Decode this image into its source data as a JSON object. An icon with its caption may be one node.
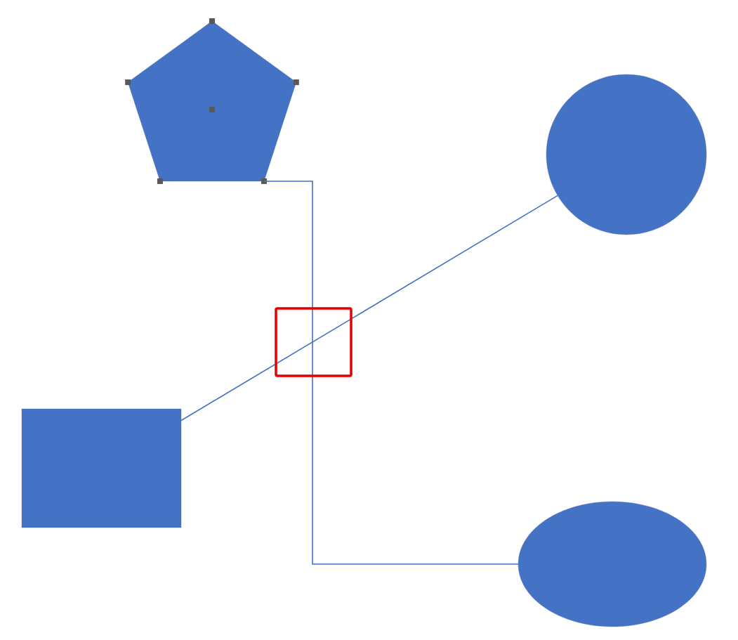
{
  "diagram": {
    "nodes": [
      {
        "text": [],
        "shape": "pentagon"
      },
      {
        "text": [],
        "shape": "circle"
      },
      {
        "text": [],
        "shape": "box"
      },
      {
        "text": [],
        "shape": "ellipse"
      }
    ],
    "edges": [
      {
        "from": 0,
        "to": 3,
        "arrow": "none"
      },
      {
        "from": 2,
        "to": 1,
        "arrow": "none"
      }
    ]
  }
}
